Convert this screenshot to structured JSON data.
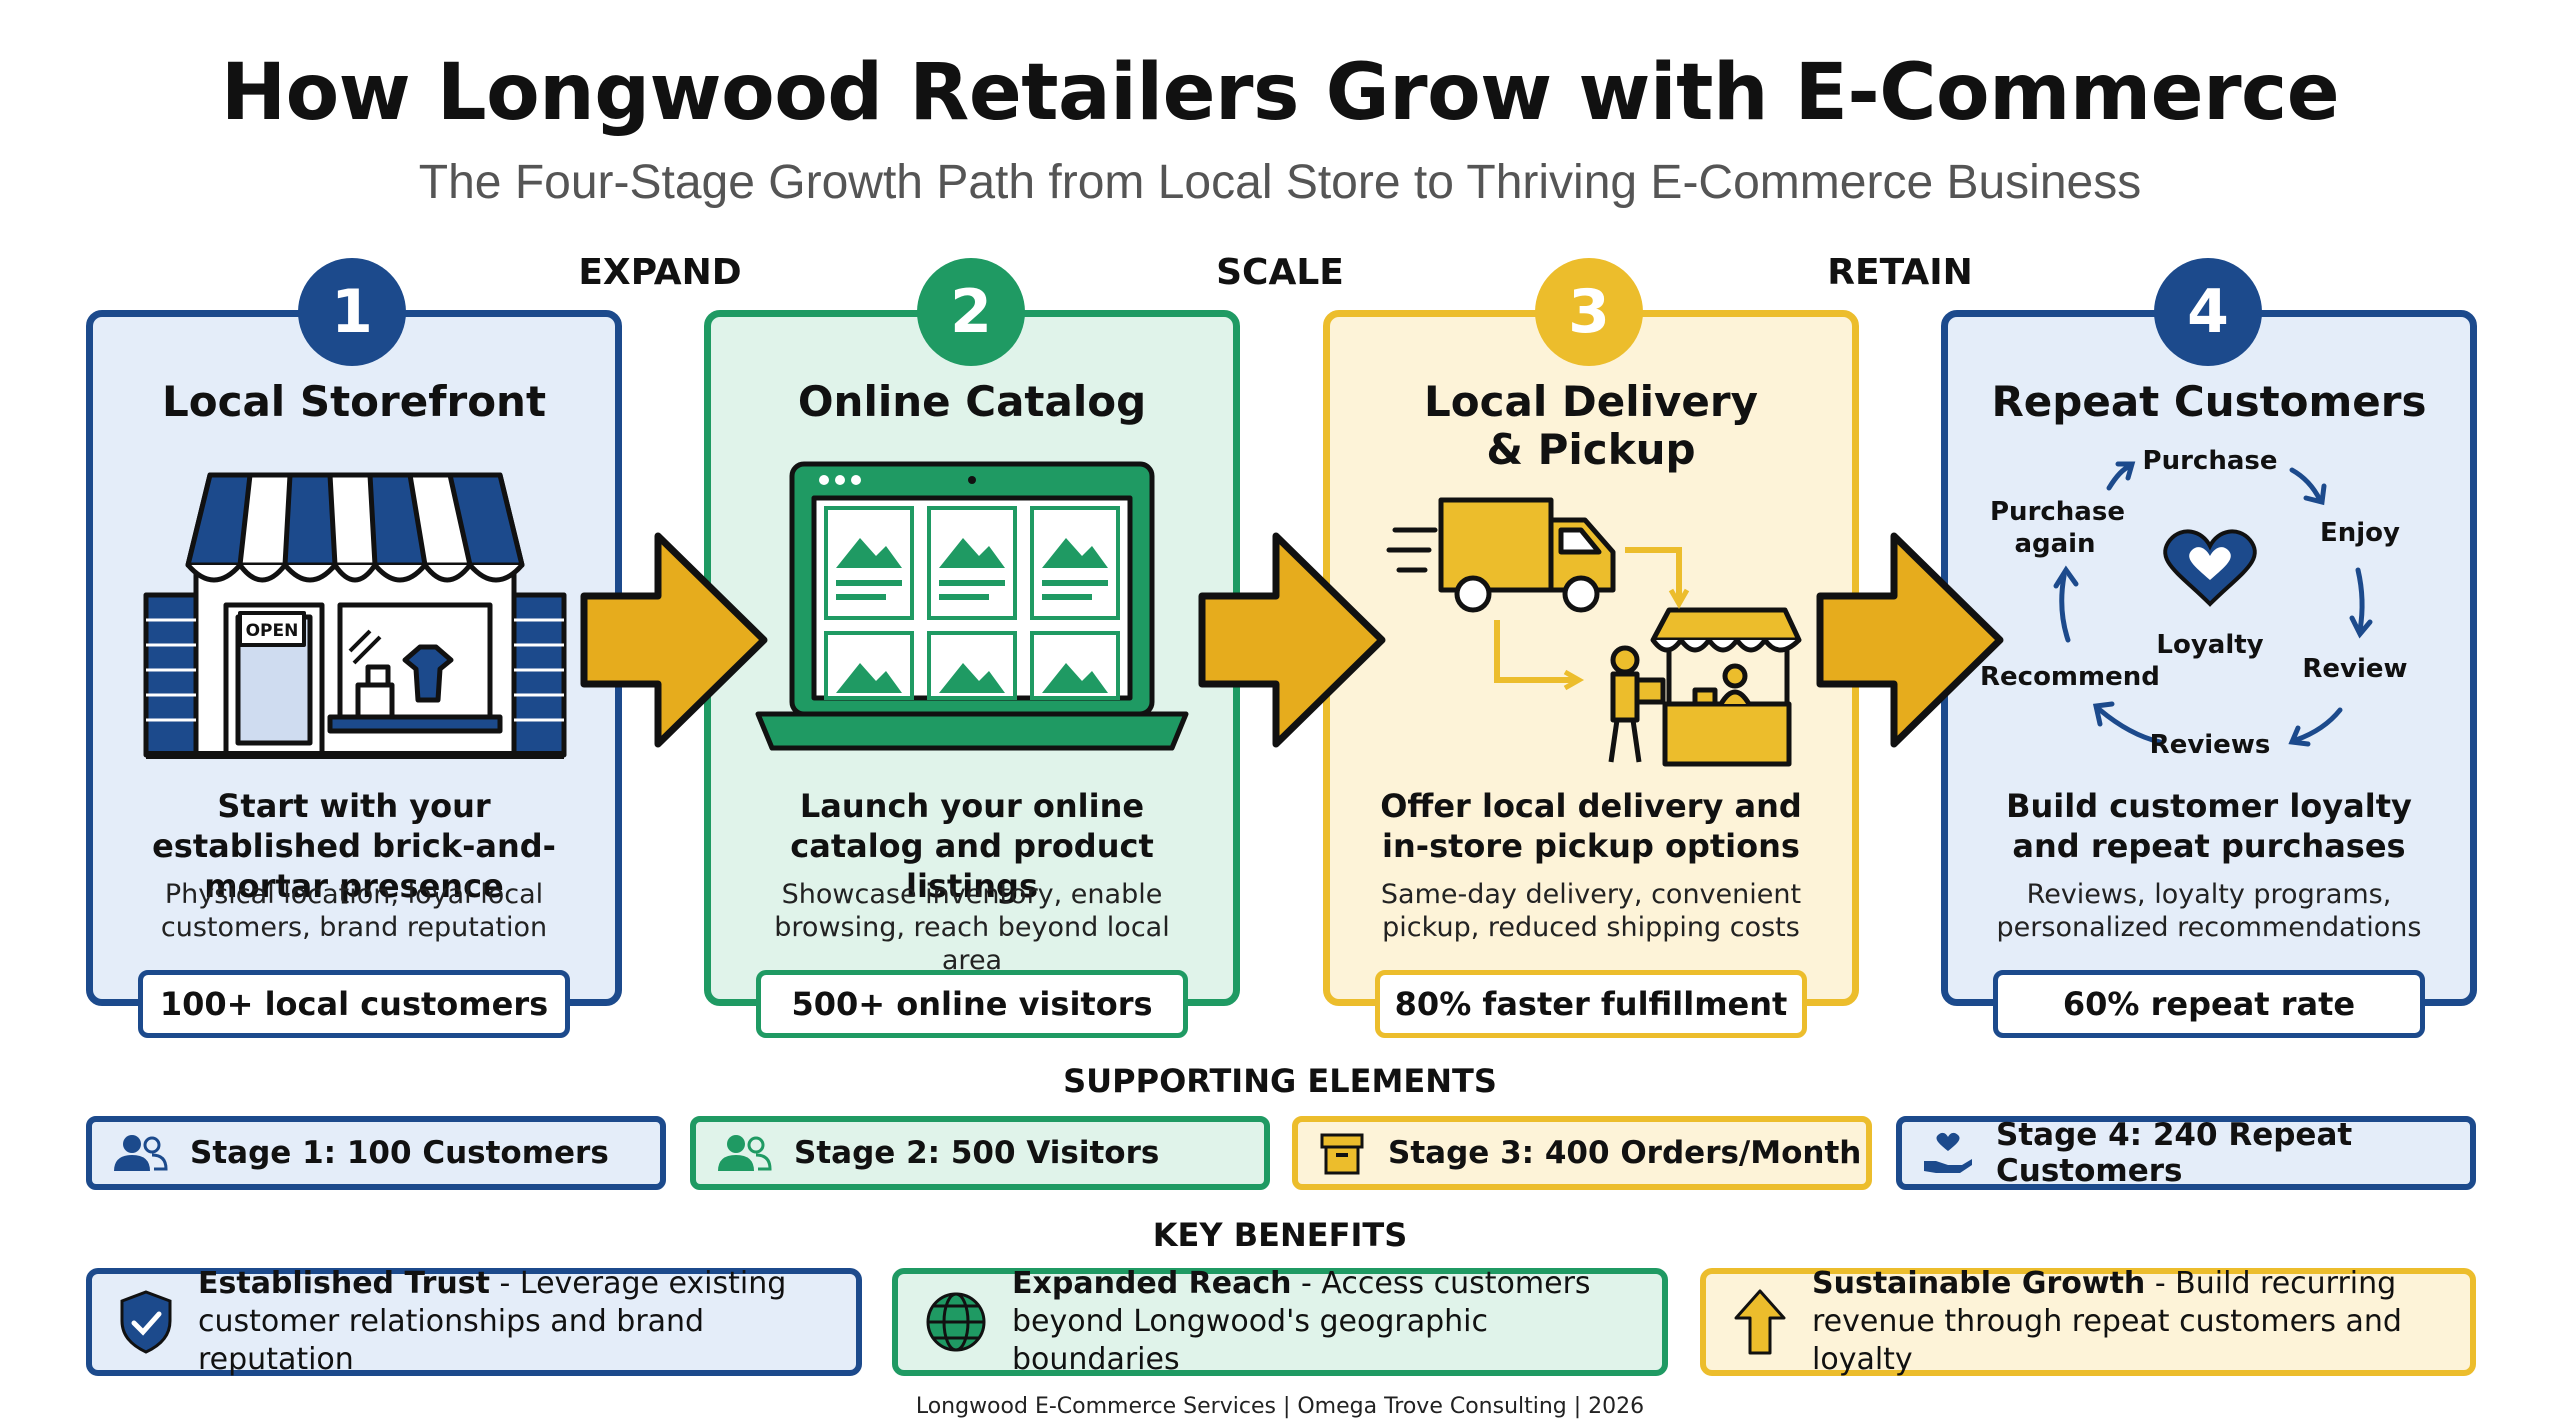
{
  "title": "How Longwood Retailers Grow with E-Commerce",
  "subtitle": "The Four-Stage Growth Path from Local Store to Thriving E-Commerce Business",
  "arrows": [
    "EXPAND",
    "SCALE",
    "RETAIN"
  ],
  "stages": [
    {
      "number": "1",
      "title": "Local Storefront",
      "description": "Start with your established brick-and-mortar presence",
      "details": "Physical location, loyal local customers, brand reputation",
      "metric": "100+ local customers",
      "color": "#1c4a8c",
      "open_sign": "OPEN"
    },
    {
      "number": "2",
      "title": "Online Catalog",
      "description": "Launch your online catalog and product listings",
      "details": "Showcase inventory, enable browsing, reach beyond local area",
      "metric": "500+ online visitors",
      "color": "#1f9a63"
    },
    {
      "number": "3",
      "title_line1": "Local Delivery",
      "title_line2": "& Pickup",
      "description": "Offer local delivery and in-store pickup options",
      "details": "Same-day delivery, convenient pickup, reduced shipping costs",
      "metric": "80% faster fulfillment",
      "color": "#ecbd2c"
    },
    {
      "number": "4",
      "title": "Repeat Customers",
      "description": "Build customer loyalty and repeat purchases",
      "details": "Reviews, loyalty programs, personalized recommendations",
      "metric": "60% repeat rate",
      "color": "#1c4a8c",
      "cycle": {
        "center": "Loyalty",
        "purchase": "Purchase",
        "enjoy": "Enjoy",
        "review": "Review",
        "reviews": "Reviews",
        "recommend": "Recommend",
        "purchase_again": "Purchase again"
      }
    }
  ],
  "supporting": {
    "heading": "SUPPORTING ELEMENTS",
    "items": [
      {
        "label": "Stage 1: 100 Customers",
        "icon": "users-icon"
      },
      {
        "label": "Stage 2: 500 Visitors",
        "icon": "users-icon"
      },
      {
        "label": "Stage 3: 400 Orders/Month",
        "icon": "box-icon"
      },
      {
        "label": "Stage 4: 240 Repeat Customers",
        "icon": "heart-hand-icon"
      }
    ]
  },
  "benefits": {
    "heading": "KEY BENEFITS",
    "items": [
      {
        "title": "Established Trust",
        "text": " - Leverage existing customer relationships and brand reputation",
        "icon": "shield-icon"
      },
      {
        "title": "Expanded Reach",
        "text": " - Access customers beyond Longwood's geographic boundaries",
        "icon": "globe-icon"
      },
      {
        "title": "Sustainable Growth",
        "text": " - Build recurring revenue through repeat customers and loyalty",
        "icon": "up-arrow-icon"
      }
    ]
  },
  "footer": "Longwood E-Commerce Services | Omega Trove Consulting | 2026"
}
